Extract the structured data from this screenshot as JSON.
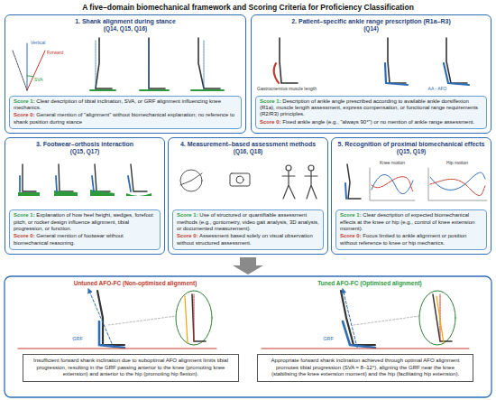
{
  "diagram": {
    "title": "A five–domain biomechanical framework and Scoring Criteria for Proficiency Classification",
    "nodes": [
      {
        "text": [
          "1. Shank alignment during stance",
          "(Q14, Q15, Q16)"
        ]
      },
      {
        "text": [
          "Score 1:",
          "Clear description of tibial inclination, SVA, or GRF alignment influencing knee mechanics.",
          "Score 0:",
          "General mention of \"alignment\" without biomechanical explanation; no reference to shank position during stance"
        ],
        "in": 0
      },
      {
        "text": [
          "2. Patient–specific ankle range prescription (R1a–R3)",
          "(Q14)"
        ]
      },
      {
        "text": [
          "Score 1:",
          "Description of ankle angle prescribed according to available ankle dorsiflexion (R1a), muscle length assessment, express compensation, or functional range requirements (R2/R3) principles.",
          "Score 0:",
          "Fixed ankle angle (e.g., \"always 90°\") or no mention of ankle range assessment."
        ],
        "in": 2
      },
      {
        "text": [
          "3. Footwear–orthosis interaction",
          "(Q15, Q17)"
        ]
      },
      {
        "text": [
          "Score 1:",
          "Explanation of how heel height, wedges, forefoot pitch, or rocker design influence alignment, tibial progression, or function.",
          "Score 0:",
          "General mention of footwear without biomechanical reasoning."
        ],
        "in": 4
      },
      {
        "text": [
          "4. Measurement–based assessment methods",
          "(Q16, Q18)"
        ]
      },
      {
        "text": [
          "Score 1:",
          "Use of structured or quantifiable assessment methods (e.g., goniometry, video gait analysis, 3D analysis, or documented measurement).",
          "Score 0:",
          "Assessment based solely on visual observation without structured assessment."
        ],
        "in": 6
      },
      {
        "text": [
          "5. Recognition of proximal biomechanical effects",
          "(Q15, Q19)"
        ]
      },
      {
        "text": [
          "Score 1:",
          "Clear description of expected biomechanical effects at the knee or hip (e.g., control of knee extension moment).",
          "Score 0:",
          "Focus limited to ankle alignment or position without reference to knee or hip mechanics."
        ],
        "in": 8
      },
      {
        "text": [
          "Insufficient forward shank inclination due to suboptimal AFO alignment limits tibial progression, resulting in the GRF passing anterior to the knee (promoting knee extension) and anterior to the hip (promoting hip flexion)."
        ]
      },
      {
        "text": [
          "Appropriate forward shank inclination achieved through optimal AFO alignment promotes tibial progression (SVA ≈ 8–12°), aligning the GRF near the knee (stabilising the knee extension moment) and the hip (facilitating hip extension)."
        ]
      }
    ],
    "labels": [
      "Vertical",
      "Forward",
      "SVA",
      "Gastrocnemius muscle length",
      "AA - AFO",
      "Knee motion",
      "Hip motion",
      "Untuned AFO-FC (Non-optimised alignment)",
      "Tuned AFO-FC (Optimised alignment)",
      "GRF",
      "GRF"
    ]
  }
}
